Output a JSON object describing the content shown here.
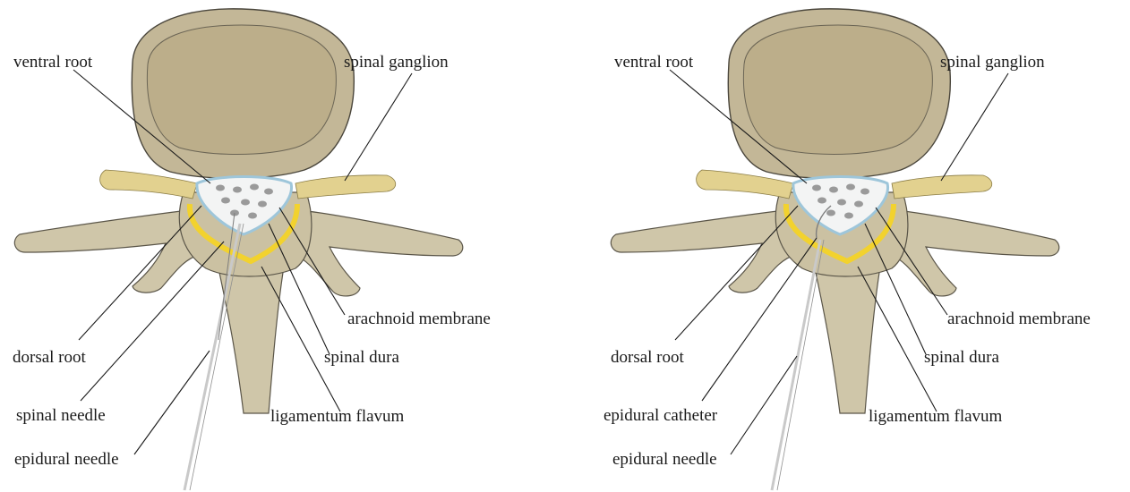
{
  "colors": {
    "bone": "#cfc6a9",
    "bone_dark": "#b4aa8a",
    "vertebral_body": "#c3b797",
    "nerve": "#e2d18f",
    "ligamentum": "#f2d22e",
    "dura": "#9ec6da",
    "cord": "#f3f4f4",
    "cord_dots": "#9a9a9a"
  },
  "panels": [
    {
      "labels": {
        "ventral_root": "ventral root",
        "spinal_ganglion": "spinal ganglion",
        "arachnoid_membrane": "arachnoid membrane",
        "dorsal_root": "dorsal root",
        "spinal_dura": "spinal dura",
        "spinal_needle": "spinal needle",
        "ligamentum_flavum": "ligamentum flavum",
        "epidural_needle": "epidural needle"
      }
    },
    {
      "labels": {
        "ventral_root": "ventral root",
        "spinal_ganglion": "spinal ganglion",
        "arachnoid_membrane": "arachnoid membrane",
        "dorsal_root": "dorsal root",
        "spinal_dura": "spinal dura",
        "epidural_catheter": "epidural catheter",
        "ligamentum_flavum": "ligamentum flavum",
        "epidural_needle": "epidural needle"
      }
    }
  ]
}
